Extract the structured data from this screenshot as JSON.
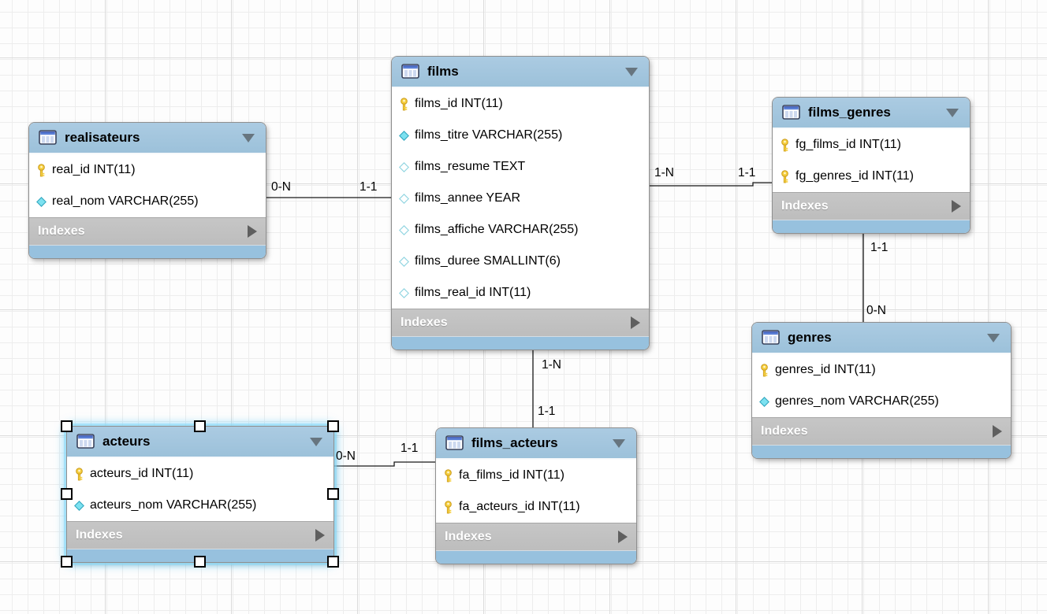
{
  "diagram": {
    "tables": [
      {
        "name": "realisateurs",
        "indexes_label": "Indexes",
        "columns": [
          {
            "icon": "primary-key-icon",
            "label": "real_id INT(11)"
          },
          {
            "icon": "diamond-filled-icon",
            "label": "real_nom VARCHAR(255)"
          }
        ]
      },
      {
        "name": "films",
        "indexes_label": "Indexes",
        "columns": [
          {
            "icon": "primary-key-icon",
            "label": "films_id INT(11)"
          },
          {
            "icon": "diamond-filled-icon",
            "label": "films_titre VARCHAR(255)"
          },
          {
            "icon": "diamond-hollow-icon",
            "label": "films_resume TEXT"
          },
          {
            "icon": "diamond-hollow-icon",
            "label": "films_annee YEAR"
          },
          {
            "icon": "diamond-hollow-icon",
            "label": "films_affiche VARCHAR(255)"
          },
          {
            "icon": "diamond-hollow-icon",
            "label": "films_duree SMALLINT(6)"
          },
          {
            "icon": "diamond-hollow-icon",
            "label": "films_real_id INT(11)"
          }
        ]
      },
      {
        "name": "films_genres",
        "indexes_label": "Indexes",
        "columns": [
          {
            "icon": "primary-key-icon",
            "label": "fg_films_id INT(11)"
          },
          {
            "icon": "primary-key-icon",
            "label": "fg_genres_id INT(11)"
          }
        ]
      },
      {
        "name": "genres",
        "indexes_label": "Indexes",
        "columns": [
          {
            "icon": "primary-key-icon",
            "label": "genres_id INT(11)"
          },
          {
            "icon": "diamond-filled-icon",
            "label": "genres_nom VARCHAR(255)"
          }
        ]
      },
      {
        "name": "acteurs",
        "indexes_label": "Indexes",
        "columns": [
          {
            "icon": "primary-key-icon",
            "label": "acteurs_id INT(11)"
          },
          {
            "icon": "diamond-filled-icon",
            "label": "acteurs_nom VARCHAR(255)"
          }
        ]
      },
      {
        "name": "films_acteurs",
        "indexes_label": "Indexes",
        "columns": [
          {
            "icon": "primary-key-icon",
            "label": "fa_films_id INT(11)"
          },
          {
            "icon": "primary-key-icon",
            "label": "fa_acteurs_id INT(11)"
          }
        ]
      }
    ],
    "relationships": [
      {
        "from": "realisateurs",
        "to": "films",
        "from_card": "0-N",
        "to_card": "1-1"
      },
      {
        "from": "films",
        "to": "films_genres",
        "from_card": "1-N",
        "to_card": "1-1"
      },
      {
        "from": "films_genres",
        "to": "genres",
        "from_card": "1-1",
        "to_card": "0-N"
      },
      {
        "from": "films",
        "to": "films_acteurs",
        "from_card": "1-N",
        "to_card": "1-1"
      },
      {
        "from": "acteurs",
        "to": "films_acteurs",
        "from_card": "0-N",
        "to_card": "1-1"
      }
    ],
    "selected_table": "acteurs",
    "colors": {
      "header_blue": "#a3c6df",
      "footer_blue": "#97c1de",
      "indexes_gray": "#c2c2c2",
      "key_yellow": "#f6cf3f",
      "diamond_cyan": "#7ce1f0",
      "selection_glow": "#8cdcfa"
    }
  }
}
